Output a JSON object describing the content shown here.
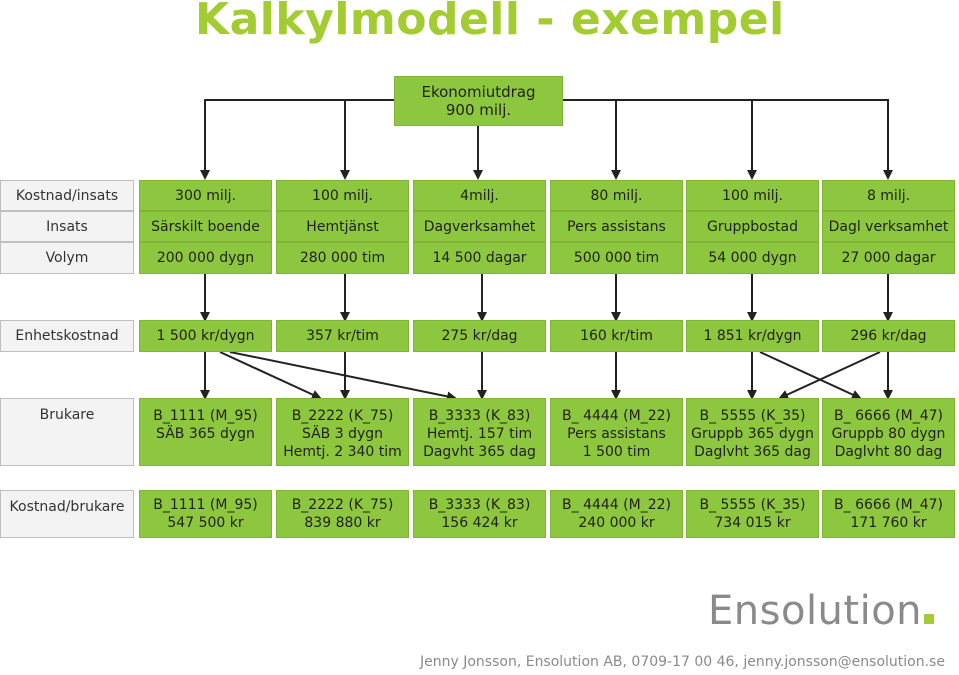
{
  "title": "Kalkylmodell - exempel",
  "top_box": {
    "line1": "Ekonomiutdrag",
    "line2": "900 milj."
  },
  "row_labels": {
    "kostnad_insats": "Kostnad/insats",
    "insats": "Insats",
    "volym": "Volym",
    "enhetskostnad": "Enhetskostnad",
    "brukare": "Brukare",
    "kostnad_brukare": "Kostnad/brukare"
  },
  "kostnad_insats": [
    "300 milj.",
    "100 milj.",
    "4milj.",
    "80 milj.",
    "100 milj.",
    "8 milj."
  ],
  "insats": [
    "Särskilt boende",
    "Hemtjänst",
    "Dagverksamhet",
    "Pers assistans",
    "Gruppbostad",
    "Dagl verksamhet"
  ],
  "volym": [
    "200 000 dygn",
    "280 000 tim",
    "14 500 dagar",
    "500 000 tim",
    "54 000 dygn",
    "27 000 dagar"
  ],
  "enhetskostnad": [
    "1 500 kr/dygn",
    "357 kr/tim",
    "275 kr/dag",
    "160 kr/tim",
    "1 851 kr/dygn",
    "296 kr/dag"
  ],
  "brukare": [
    [
      "B_1111 (M_95)",
      "SÄB 365 dygn",
      ""
    ],
    [
      "B_2222 (K_75)",
      "SÄB 3 dygn",
      "Hemtj. 2 340 tim"
    ],
    [
      "B_3333 (K_83)",
      "Hemtj. 157 tim",
      "Dagvht 365 dag"
    ],
    [
      "B_ 4444 (M_22)",
      "Pers assistans",
      "1 500 tim"
    ],
    [
      "B_ 5555 (K_35)",
      "Gruppb 365 dygn",
      "Daglvht 365 dag"
    ],
    [
      "B_ 6666 (M_47)",
      "Gruppb 80 dygn",
      "Daglvht 80 dag"
    ]
  ],
  "kostnad_brukare": [
    [
      "B_1111 (M_95)",
      "547 500 kr"
    ],
    [
      "B_2222 (K_75)",
      "839 880 kr"
    ],
    [
      "B_3333 (K_83)",
      "156 424 kr"
    ],
    [
      "B_ 4444 (M_22)",
      "240 000 kr"
    ],
    [
      "B_ 5555 (K_35)",
      "734 015 kr"
    ],
    [
      "B_ 6666 (M_47)",
      "171 760 kr"
    ]
  ],
  "logo": "Ensolution",
  "footer": "Jenny Jonsson, Ensolution AB, 0709-17 00 46, jenny.jonsson@ensolution.se",
  "colors": {
    "accent_green": "#8dc63f",
    "title_green": "#a3cc33",
    "label_bg": "#f3f3f3"
  }
}
